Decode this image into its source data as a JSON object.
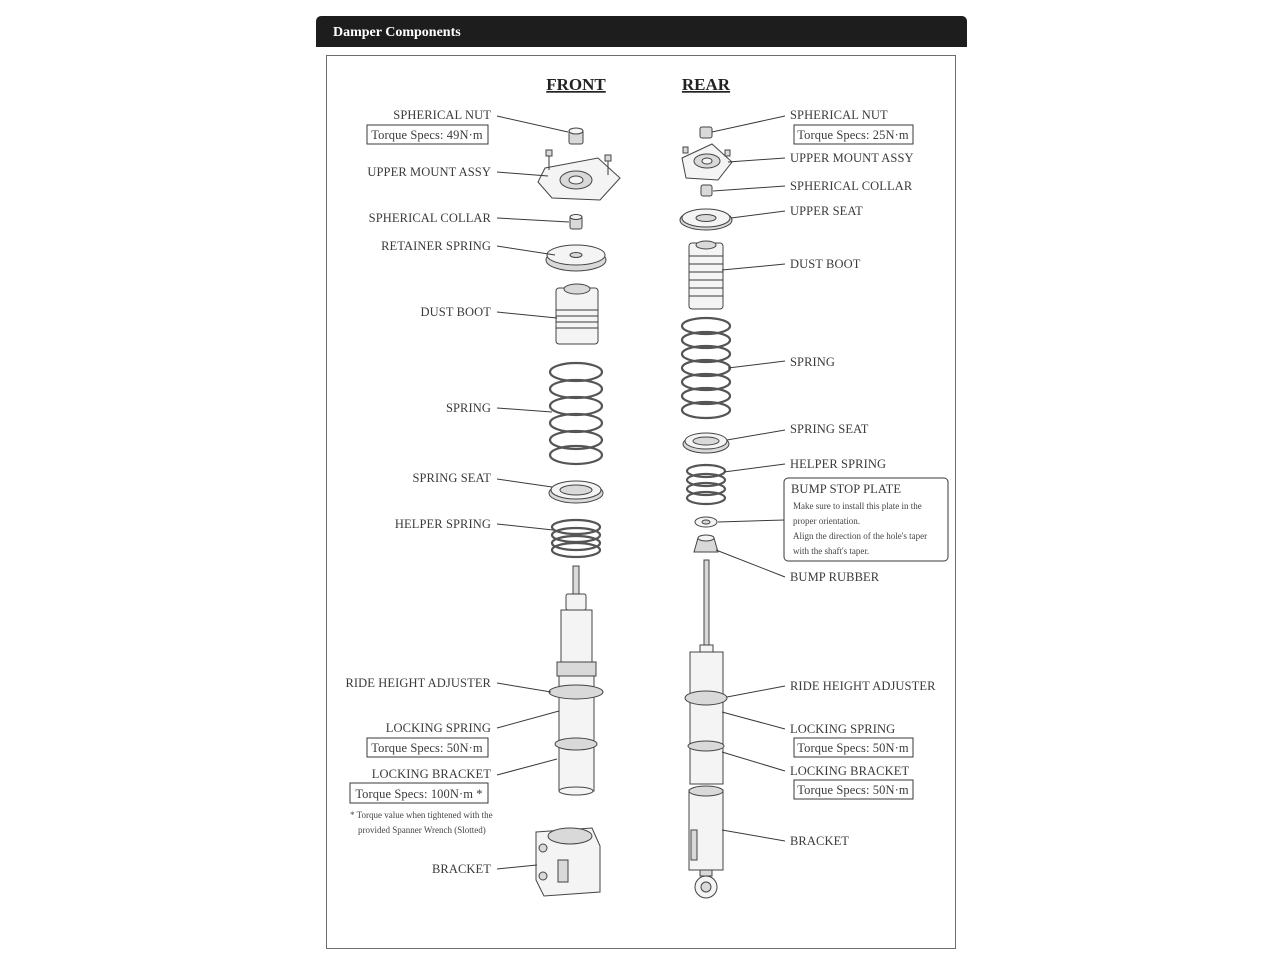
{
  "header": {
    "title": "Damper Components"
  },
  "front": {
    "heading": "FRONT",
    "labels": {
      "spherical_nut": "SPHERICAL NUT",
      "upper_mount": "UPPER MOUNT ASSY",
      "spherical_collar": "SPHERICAL COLLAR",
      "retainer_spring": "RETAINER SPRING",
      "dust_boot": "DUST BOOT",
      "spring": "SPRING",
      "spring_seat": "SPRING SEAT",
      "helper_spring": "HELPER SPRING",
      "ride_height": "RIDE HEIGHT ADJUSTER",
      "locking_spring": "LOCKING SPRING",
      "locking_bracket": "LOCKING BRACKET",
      "bracket": "BRACKET"
    },
    "torque": {
      "nut": "Torque Specs: 49N·m",
      "locking_spring": "Torque Specs: 50N·m",
      "locking_bracket": "Torque Specs: 100N·m *"
    },
    "footnote": {
      "line1": "* Torque value when tightened with the",
      "line2": "provided Spanner Wrench (Slotted)"
    }
  },
  "rear": {
    "heading": "REAR",
    "labels": {
      "spherical_nut": "SPHERICAL NUT",
      "upper_mount": "UPPER MOUNT ASSY",
      "spherical_collar": "SPHERICAL COLLAR",
      "upper_seat": "UPPER SEAT",
      "dust_boot": "DUST BOOT",
      "spring": "SPRING",
      "spring_seat": "SPRING SEAT",
      "helper_spring": "HELPER SPRING",
      "bump_rubber": "BUMP RUBBER",
      "ride_height": "RIDE HEIGHT ADJUSTER",
      "locking_spring": "LOCKING SPRING",
      "locking_bracket": "LOCKING BRACKET",
      "bracket": "BRACKET"
    },
    "torque": {
      "nut": "Torque Specs: 25N·m",
      "locking_spring": "Torque Specs: 50N·m",
      "locking_bracket": "Torque Specs: 50N·m"
    },
    "bump_stop": {
      "title": "BUMP STOP PLATE",
      "line1": "Make sure to install this plate in the",
      "line2": "proper orientation.",
      "line3": "Align the direction of the hole's taper",
      "line4": "with the shaft's taper."
    }
  }
}
